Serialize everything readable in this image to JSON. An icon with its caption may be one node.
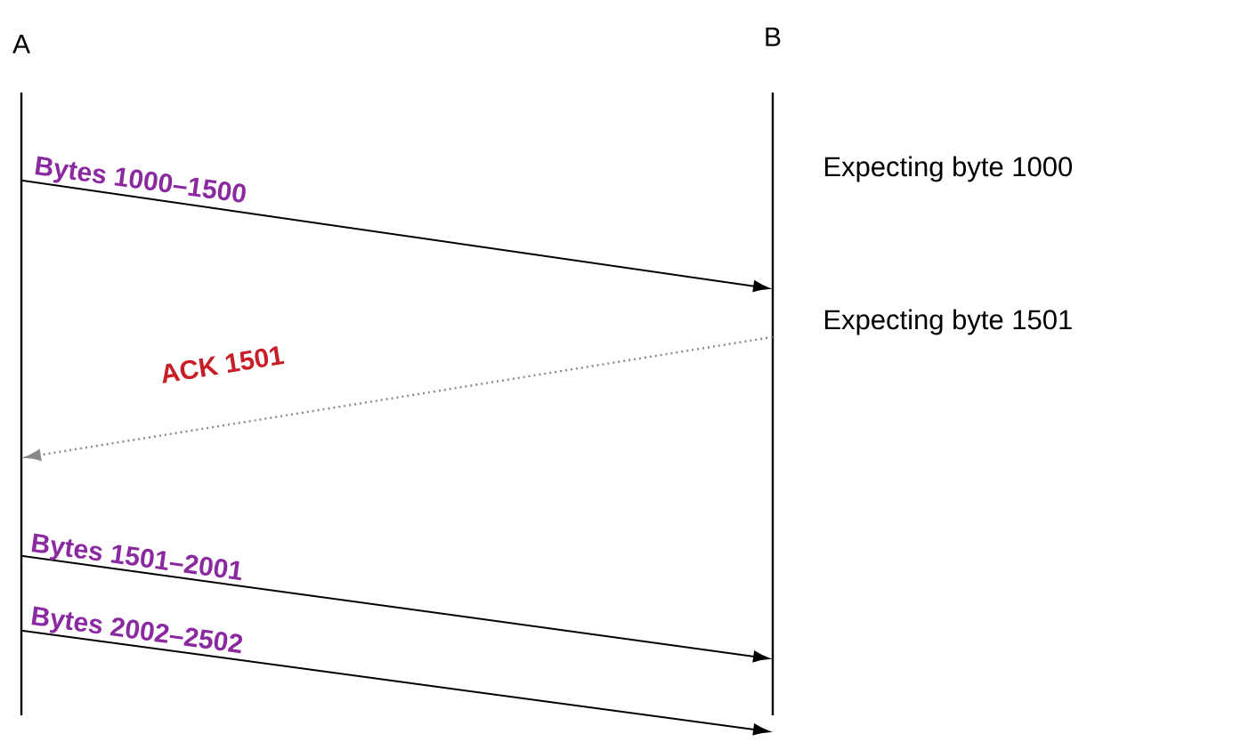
{
  "diagram": {
    "nodes": [
      {
        "text": [
          "A"
        ]
      },
      {
        "text": [
          "B"
        ]
      }
    ],
    "edges": [
      {
        "from": 0,
        "to": 1,
        "arrow": "to",
        "label": "Bytes 1000–1500"
      },
      {
        "from": 1,
        "to": 0,
        "arrow": "to",
        "label": "ACK 1501",
        "style": "dashed",
        "color": "#888888"
      },
      {
        "from": 0,
        "to": 1,
        "arrow": "to",
        "label": "Bytes 1501–2001"
      },
      {
        "from": 0,
        "to": 1,
        "arrow": "to",
        "label": "Bytes 2002–2502"
      }
    ],
    "labels": [
      "Expecting byte 1000",
      "Expecting byte 1501"
    ]
  }
}
